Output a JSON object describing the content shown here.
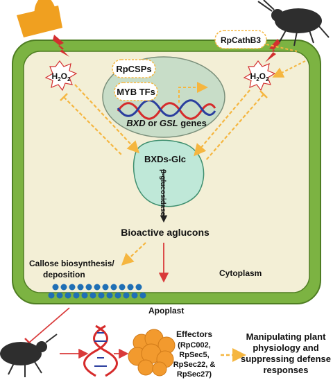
{
  "labels": {
    "h2o2_left": "H2O2",
    "h2o2_right": "H2O2",
    "rpcathb3": "RpCathB3",
    "rpcsps": "RpCSPs",
    "myb_tfs": "MYB TFs",
    "genes_bxd": "BXD",
    "genes_or": " or ",
    "genes_gsl": "GSL",
    "genes_suffix": " genes",
    "bxds_glc": "BXDs-Glc",
    "beta_glucosidase": "β-glucosidase",
    "bioactive_aglucons": "Bioactive aglucons",
    "callose_line1": "Callose biosynthesis/",
    "callose_line2": "deposition",
    "cytoplasm": "Cytoplasm",
    "apoplast": "Apoplast",
    "effectors_title": "Effectors",
    "effectors_line1": "(RpC002,",
    "effectors_line2": "RpSec5,",
    "effectors_line3": "RpSec22, &",
    "effectors_line4": "RpSec27)",
    "outcome_line1": "Manipulating plant",
    "outcome_line2": "physiology and",
    "outcome_line3": "suppressing defense",
    "outcome_line4": "responses"
  },
  "colors": {
    "cell_wall": "#7cb342",
    "cell_wall_dark": "#4e7d22",
    "cytoplasm": "#f3efd6",
    "nucleus": "#c8ddc8",
    "vacuole": "#bfe8d8",
    "hormone_arrow": "#f5b640",
    "red_arrow": "#d93a3a",
    "callose": "#1f6fb5",
    "insect": "#2e2e2e",
    "effector": "#f29a2e",
    "dna_red": "#d62b2b",
    "dna_blue": "#2a3e9e"
  },
  "icons": [
    "sun-icon",
    "aphid-icon",
    "lightning-icon",
    "dna-icon",
    "effector-protein-icon"
  ]
}
